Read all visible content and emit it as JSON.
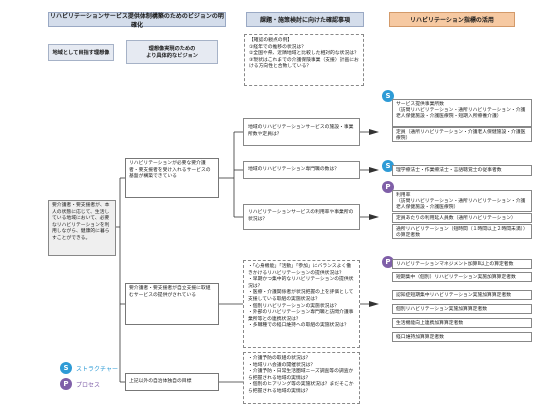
{
  "headers": {
    "left": "リハビリテーションサービス提供体制構築のためのビジョンの明確化",
    "middle": "課題・施策検討に向けた確認事項",
    "right": "リハビリテーション指標の活用"
  },
  "subheaders": {
    "goal": "地域として目指す理想像",
    "vision": "理想像実現のための\nより具体的なビジョン"
  },
  "checkpoint_intro": "【確認の観点の例】\n①経年での推移の状況は？\n②全国や県、近隣地域と比較した相対的な状況は？\n③現状はこれまでの介護保険事業（支援）計画における方向性と合致している？",
  "ideal": "要介護者・要支援者が、本人の状態に応じて、生活している地域において、必要なリハビリテーションを利用しながら、健康的に暮らすことができる。",
  "visions": [
    "リハビリテーションが必要な要介護者・要支援者を受け入れるサービスの基盤が構築できている",
    "要介護者・要支援者が自立支援に取組むサービスの提供がされている",
    "上記以外の自治体独自の目標"
  ],
  "checks": {
    "c1": "地域のリハビリテーションサービスの施設・事業所数や定員は？",
    "c2": "地域のリハビリテーション専門職の数は？",
    "c3": "リハビリテーションサービスの利用率や事業所の状況は？",
    "c4": "・「心身機能」「活動」「参加」にバランスよく働きかけるリハビリテーションの提供状況は？\n・早期かつ集中的なリハビリテーションの提供状況は？\n・医療・介護関係者が状況把握の上を評価として支援している取組の実施状況は？\n・個別リハビリテーションの実施状況は？\n・外部のリハビリテーション専門職と訪問介護事業所等との連携状況は？\n・多職種での経口維持への取組の実施状況は？",
    "c5": "・介護予防の取組の状況は？\n・地域リハ会議の開催状況は？\n・介護予防・日常生活圏域ニーズ調査等の調査から把握される地域の実情は？\n・個別のヒアリング等の実施状況は？まだそこから把握される地域の実情は？"
  },
  "metrics": {
    "g1": [
      "サービス提供事業所数\n（訪問リハビリテーション・通所リハビリテーション・介護老人保健施設・介護医療院・短期入所療養介護）",
      "定員（通所リハビリテーション・介護老人保健施設・介護医療院）"
    ],
    "g2": [
      "理学療法士・作業療法士・言語聴覚士の従事者数"
    ],
    "g3": [
      "利用率\n（訪問リハビリテーション・通所リハビリテーション・介護老人保健施設・介護医療院）",
      "定員あたりの利用延人員数（通所リハビリテーション）",
      "通所リハビリテーション（短時間（１時間以上２時間未満））の算定者数"
    ],
    "g4": [
      "リハビリテーションマネジメント加算Ⅱ以上の算定者数",
      "短期集中（個別）リハビリテーション実施加算算定者数",
      "認知症短期集中リハビリテーション実施加算算定者数",
      "個別リハビリテーション実施加算算定者数",
      "生活機能向上連携加算算定者数",
      "経口維持加算算定者数"
    ]
  },
  "legend": {
    "s_letter": "S",
    "p_letter": "P",
    "s_label": "ストラクチャー",
    "p_label": "プロセス"
  },
  "colors": {
    "header_blue": "#d4ddeb",
    "header_orange": "#f6c9a2",
    "structure_blue": "#2e9bd6",
    "process_purple": "#7f5fa8"
  }
}
